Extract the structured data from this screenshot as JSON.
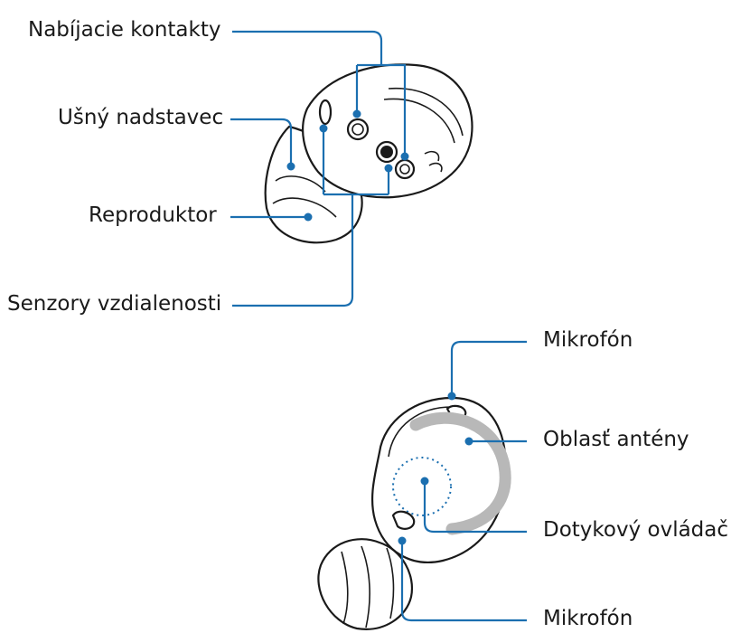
{
  "labels": {
    "charging_contacts": "Nabíjacie kontakty",
    "ear_tip": "Ušný nadstavec",
    "speaker": "Reproduktor",
    "proximity_sensors": "Senzory vzdialenosti",
    "mic_top": "Mikrofón",
    "antenna_area": "Oblasť antény",
    "touchpad": "Dotykový ovládač",
    "mic_bottom": "Mikrofón"
  },
  "colors": {
    "leader": "#1b6fb0",
    "outline": "#1a1a1a",
    "antenna": "#b8b8b8"
  }
}
